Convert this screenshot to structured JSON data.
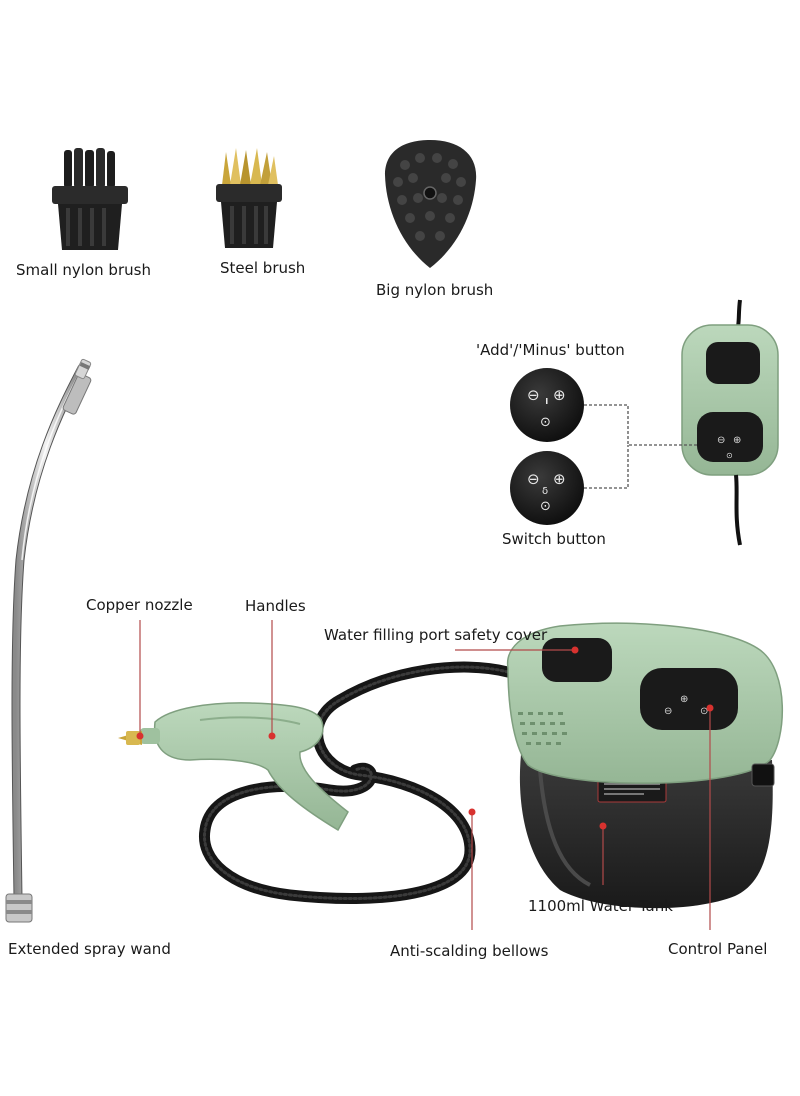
{
  "labels": {
    "small_nylon_brush": "Small nylon brush",
    "steel_brush": "Steel brush",
    "big_nylon_brush": "Big nylon brush",
    "add_minus_button": "'Add'/'Minus' button",
    "switch_button": "Switch button",
    "copper_nozzle": "Copper nozzle",
    "handles": "Handles",
    "water_filling_port": "Water filling port safety cover",
    "extended_spray_wand": "Extended spray wand",
    "water_tank": "1100ml Water Tank",
    "anti_scalding_bellows": "Anti-scalding bellows",
    "control_panel": "Control Panel"
  },
  "icons": {
    "minus": "⊖",
    "plus": "⊕",
    "power": "⊙"
  },
  "colors": {
    "body_green": "#a9c9a9",
    "callout_line": "#b24a4a",
    "callout_dot": "#d8322f",
    "brass": "#c9a53a",
    "panel_black": "#1c1c1c"
  }
}
